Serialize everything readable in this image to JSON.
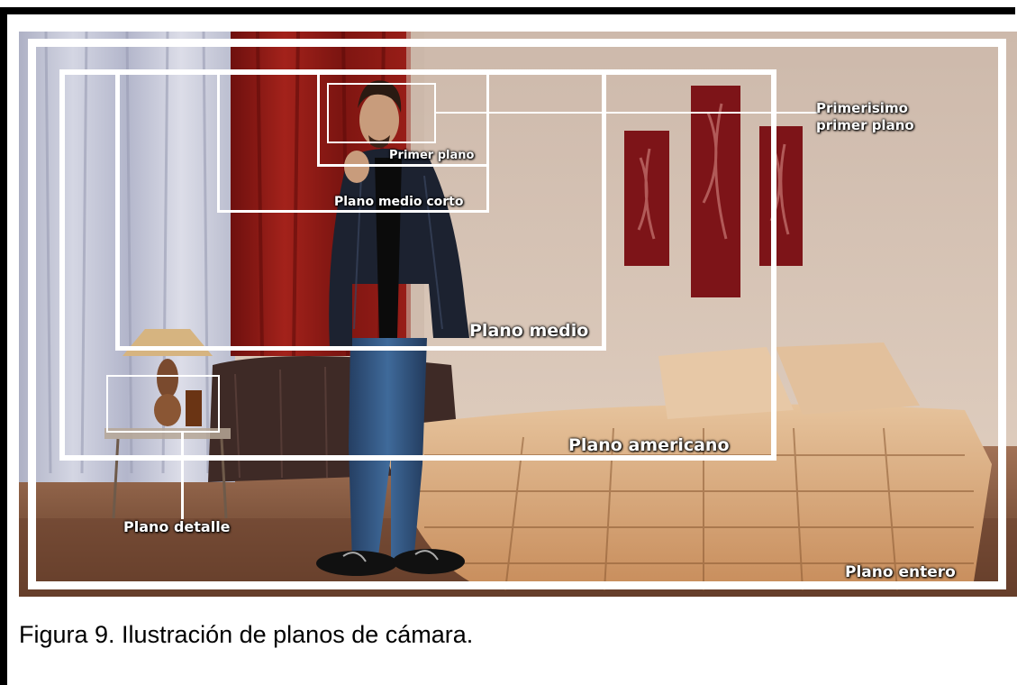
{
  "figure": {
    "shots": {
      "extreme_close_up_line1": "Primerisimo",
      "extreme_close_up_line2": "primer plano",
      "close_up": "Primer plano",
      "medium_close_up": "Plano medio corto",
      "medium_shot": "Plano medio",
      "american_shot": "Plano americano",
      "detail_shot": "Plano detalle",
      "full_shot": "Plano entero"
    },
    "caption": "Figura 9. Ilustración de planos de cámara."
  },
  "colors": {
    "frame_line": "#ffffff",
    "wall": "#d9c7b7",
    "curtain_red": "#8f1a16",
    "curtain_white": "#c5c7d6",
    "jacket": "#1c2230",
    "jeans": "#2f4f78",
    "bedspread": "#d8a877",
    "floor": "#7a4e32",
    "panel_red": "#7d1418"
  }
}
